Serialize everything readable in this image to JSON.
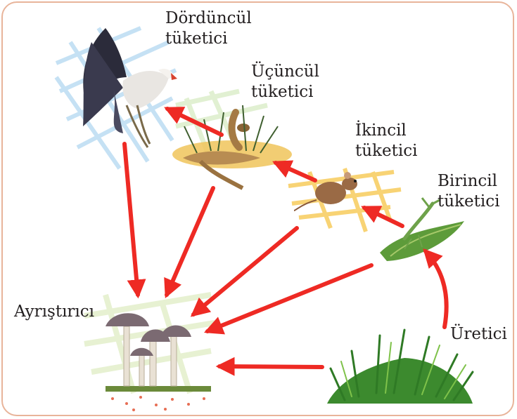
{
  "labels": {
    "quaternary": {
      "line1": "Dördüncül",
      "line2": "tüketici"
    },
    "tertiary": {
      "line1": "Üçüncül",
      "line2": "tüketici"
    },
    "secondary": {
      "line1": "İkincil",
      "line2": "tüketici"
    },
    "primary": {
      "line1": "Birincil",
      "line2": "tüketici"
    },
    "producer": "Üretici",
    "decomposer": "Ayrıştırıcı"
  },
  "colors": {
    "arrow": "#ee2a24",
    "frame": "#e8b49a",
    "text": "#231f20"
  },
  "icons": [
    "eagle-icon",
    "snake-icon",
    "mouse-icon",
    "mantis-icon",
    "grass-icon",
    "mushroom-icon"
  ]
}
